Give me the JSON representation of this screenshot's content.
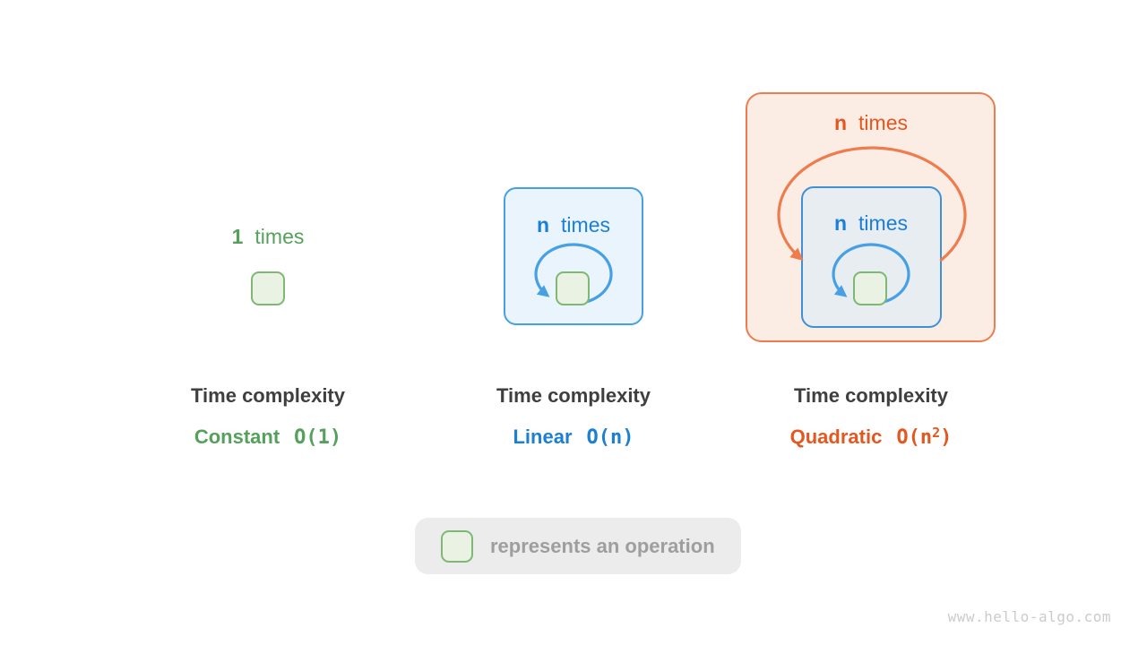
{
  "colors": {
    "background": "#ffffff",
    "green_text": "#55a15b",
    "green_border": "#7eb874",
    "green_fill": "#eaf2e3",
    "blue_text": "#1a7fd5",
    "blue_border": "#47a0e4",
    "blue_fill": "#e9f4fc",
    "blue_border_inner": "#3f90d5",
    "blue_fill_inner": "#e8edf2",
    "orange_text": "#e4571f",
    "orange_border": "#ee7c4e",
    "orange_fill": "#fcede4",
    "dark_text": "#3f3f3f",
    "legend_bg": "#ececec",
    "legend_text": "#9e9e9e",
    "watermark_text": "#cbcbcb"
  },
  "panels": [
    {
      "count": "1",
      "word": "times",
      "title": "Time complexity",
      "complexity": "Constant",
      "bigO": {
        "pre": "O(1)",
        "sup": "",
        "post": ""
      }
    },
    {
      "count": "n",
      "word": "times",
      "title": "Time complexity",
      "complexity": "Linear",
      "bigO": {
        "pre": "O(n)",
        "sup": "",
        "post": ""
      }
    },
    {
      "count": "n",
      "word": "times",
      "inner_count": "n",
      "inner_word": "times",
      "title": "Time complexity",
      "complexity": "Quadratic",
      "bigO": {
        "pre": "O(n",
        "sup": "2",
        "post": ")"
      }
    }
  ],
  "legend": {
    "text": "represents an operation"
  },
  "watermark": "www.hello-algo.com"
}
